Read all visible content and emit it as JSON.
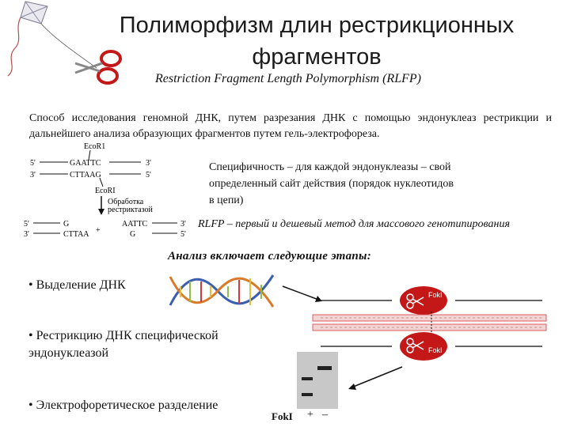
{
  "header": {
    "title_line1": "Полиморфизм длин рестрикционных",
    "title_line2": "фрагментов",
    "subtitle": "Restriction Fragment Length Polymorphism (RLFP)"
  },
  "intro": "Способ исследования геномной ДНК, путем разрезания ДНК с помощью эндонуклеаз рестрикции и дальнейшего анализа образующих фрагментов путем гель-электрофореза.",
  "specificity": "Специфичность – для каждой эндонуклеазы – свой определенный сайт действия (порядок нуклеотидов в цепи)",
  "rflp_note": "RLFP – первый и дешевый метод для массового генотипирования",
  "analysis_heading": "Анализ включает следующие этапы:",
  "steps": [
    "• Выделение ДНК",
    "• Рестрикцию ДНК специфической эндонуклеазой",
    "• Электрофоретическое разделение"
  ],
  "ecori_diagram": {
    "enzyme_top": "EcoR1",
    "enzyme_bottom": "EcoRI",
    "five_prime": "5'",
    "three_prime": "3'",
    "top_seq": "GAATTC",
    "bottom_seq": "CTTAAG",
    "process_label_line1": "Обработка",
    "process_label_line2": "рестриктазой",
    "frag_left_top": "G",
    "frag_left_bottom": "CTTAA",
    "frag_right_top": "AATTC",
    "frag_right_bottom": "G",
    "plus": "+"
  },
  "foki_diagram": {
    "enzyme_label": "FokI"
  },
  "gel": {
    "enzyme": "FokI",
    "lane_plus": "+",
    "lane_minus": "–"
  },
  "colors": {
    "scissors_red": "#c41818",
    "dna_strand_red": "#d23a3a",
    "gel_bg": "#c8c8c8"
  }
}
